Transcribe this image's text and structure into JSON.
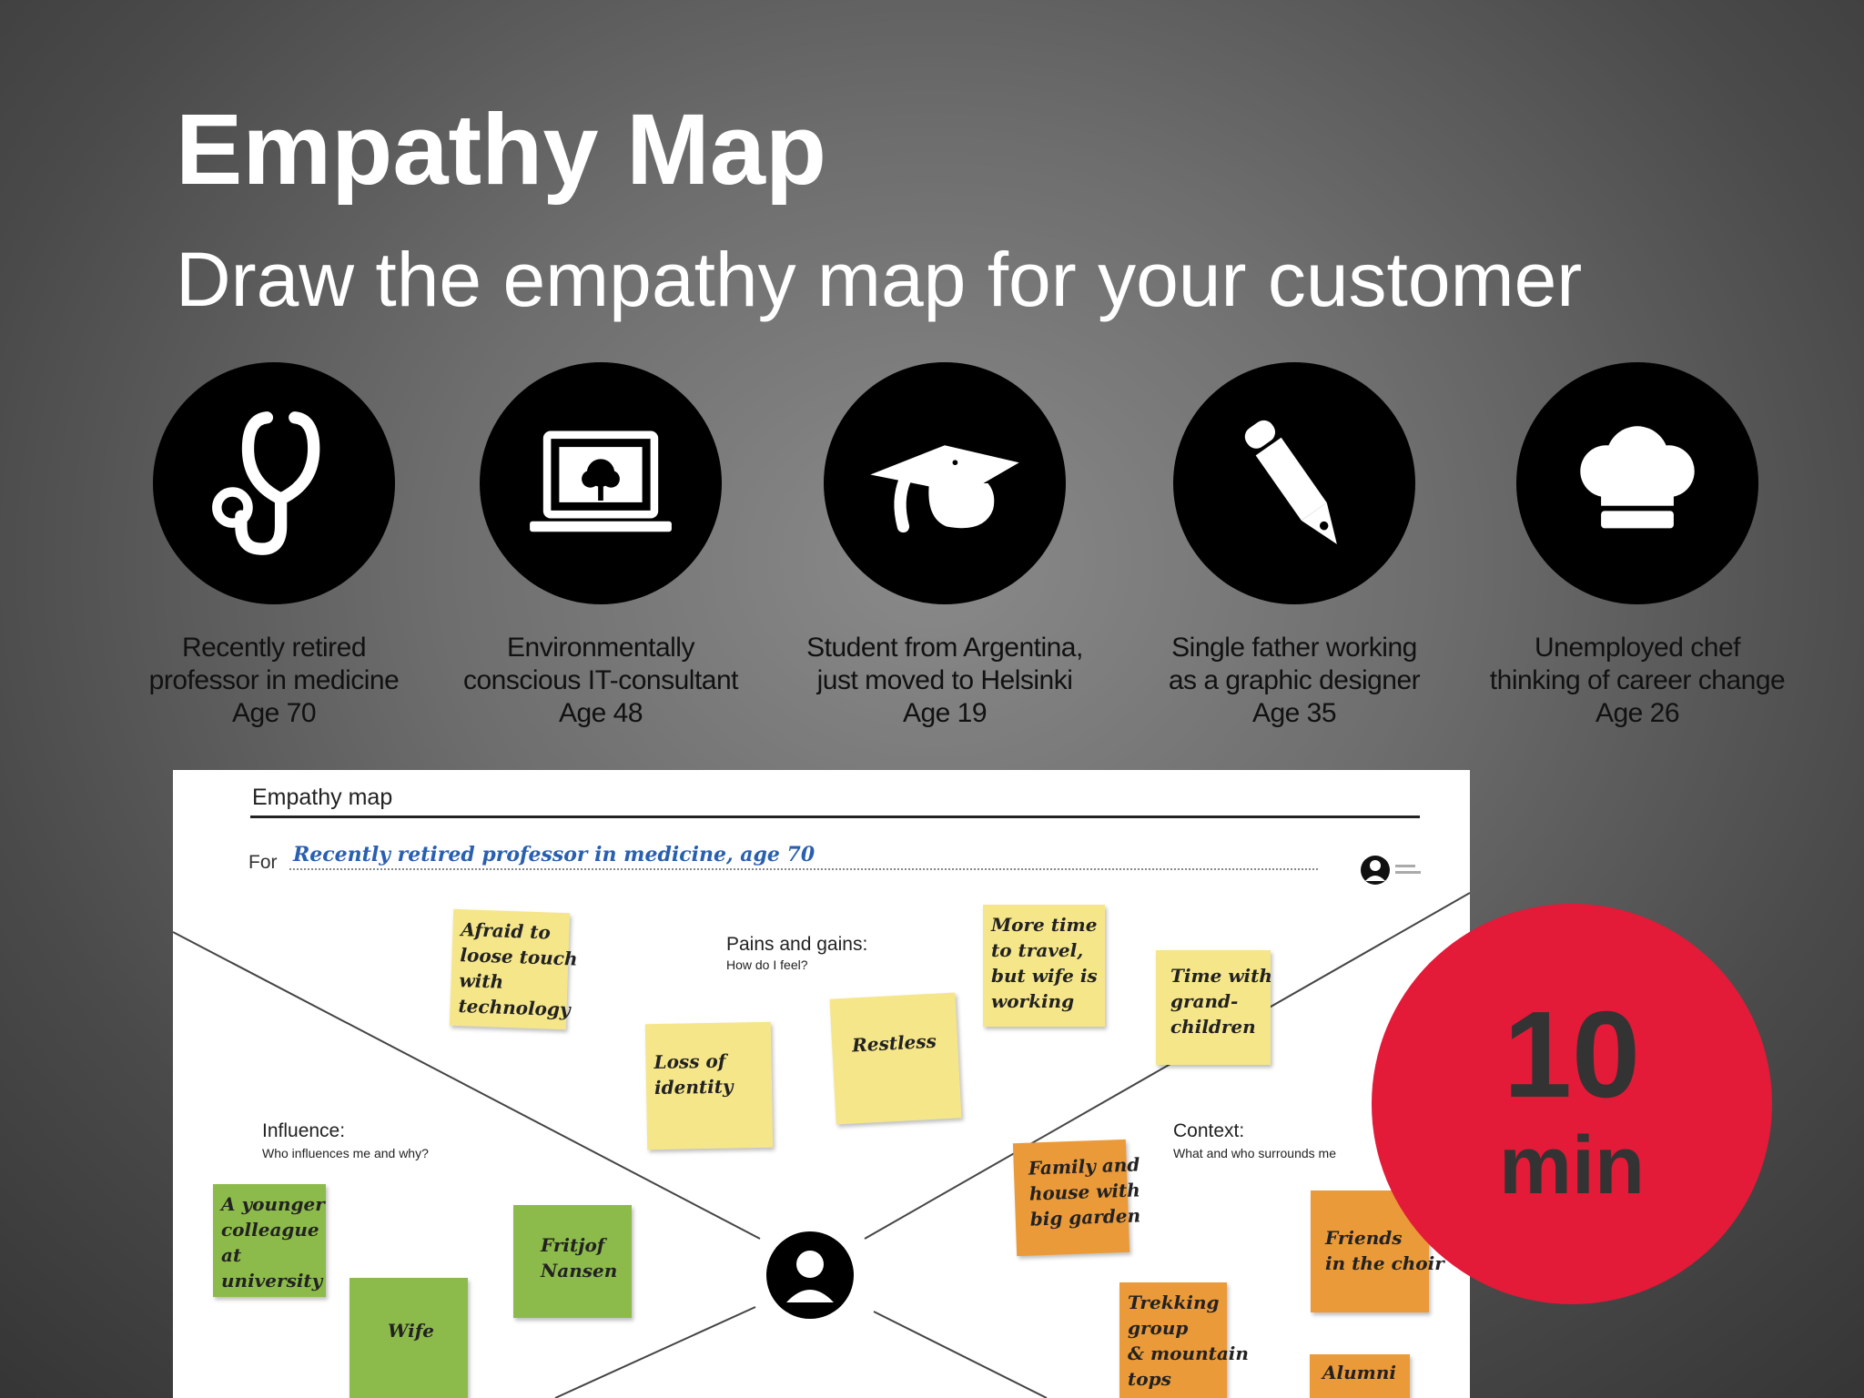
{
  "slide": {
    "title": "Empathy Map",
    "subtitle": "Draw the empathy map for your customer"
  },
  "personas": [
    {
      "icon": "stethoscope-icon",
      "line1": "Recently retired",
      "line2": "professor in medicine",
      "age": "Age 70"
    },
    {
      "icon": "laptop-icon",
      "line1": "Environmentally",
      "line2": "conscious IT-consultant",
      "age": "Age 48"
    },
    {
      "icon": "graduation-cap-icon",
      "line1": "Student from Argentina,",
      "line2": "just moved to Helsinki",
      "age": "Age 19"
    },
    {
      "icon": "pencil-icon",
      "line1": "Single father working",
      "line2": "as a graphic designer",
      "age": "Age 35"
    },
    {
      "icon": "chef-hat-icon",
      "line1": "Unemployed chef",
      "line2": "thinking of career change",
      "age": "Age 26"
    }
  ],
  "map": {
    "title": "Empathy map",
    "for_label": "For",
    "for_value": "Recently retired professor in medicine, age 70",
    "sections": {
      "pains": {
        "title": "Pains and gains:",
        "subtitle": "How do I feel?"
      },
      "influence": {
        "title": "Influence:",
        "subtitle": "Who influences me and why?"
      },
      "context": {
        "title": "Context:",
        "subtitle": "What and who surrounds me"
      }
    },
    "notes": {
      "afraid": [
        "Afraid to",
        "loose touch",
        "with",
        "technology"
      ],
      "loss": [
        "Loss of",
        "identity"
      ],
      "restless": [
        "Restless"
      ],
      "more_time": [
        "More time",
        "to travel,",
        "but wife is",
        "working"
      ],
      "grandchildren": [
        "Time with",
        "grand-",
        "children"
      ],
      "colleague": [
        "A younger",
        "colleague",
        "at",
        "university"
      ],
      "fritjof": [
        "Fritjof",
        "Nansen"
      ],
      "wife": [
        "Wife"
      ],
      "family": [
        "Family and",
        "house with",
        "big garden"
      ],
      "friends": [
        "Friends",
        "in the choir"
      ],
      "trekking": [
        "Trekking",
        "group",
        "& mountain",
        "tops"
      ],
      "alumni": [
        "Alumni"
      ]
    }
  },
  "timer": {
    "value": "10",
    "unit": "min"
  },
  "colors": {
    "timer": "#e31a38",
    "note_yellow": "#f6e68a",
    "note_green": "#8dbb4b",
    "note_orange": "#eb9a39",
    "handwriting_blue": "#2a5fb0"
  }
}
